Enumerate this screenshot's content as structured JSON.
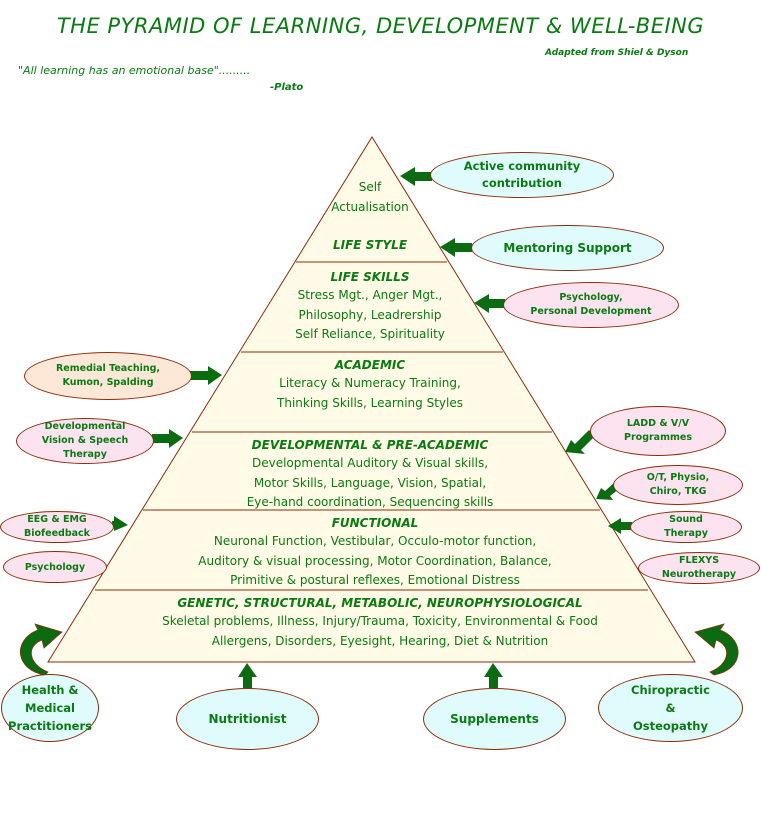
{
  "header": {
    "title": "THE PYRAMID OF LEARNING, DEVELOPMENT & WELL-BEING",
    "credit": "Adapted from Shiel & Dyson",
    "quote": "\"All learning has an emotional base\".........",
    "quote_author": "-Plato"
  },
  "colors": {
    "text_green": "#0a7a12",
    "arrow_green": "#0b6b10",
    "pyramid_fill": "#fffbe6",
    "outline": "#8b2d0a",
    "cyan": "#e0fbfb",
    "pink": "#fde3f0",
    "peach": "#fde8d8"
  },
  "pyramid": {
    "levels": [
      {
        "heading": "",
        "lines": [
          "Self",
          "Actualisation"
        ]
      },
      {
        "heading": "LIFE STYLE",
        "lines": []
      },
      {
        "heading": "LIFE SKILLS",
        "lines": [
          "Stress Mgt., Anger Mgt.,",
          "Philosophy, Leadrership",
          "Self Reliance, Spirituality"
        ]
      },
      {
        "heading": "ACADEMIC",
        "lines": [
          "Literacy & Numeracy Training,",
          "Thinking Skills, Learning Styles"
        ]
      },
      {
        "heading": "DEVELOPMENTAL & PRE-ACADEMIC",
        "lines": [
          "Developmental Auditory & Visual skills,",
          "Motor Skills, Language, Vision, Spatial,",
          "Eye-hand coordination, Sequencing skills"
        ]
      },
      {
        "heading": "FUNCTIONAL",
        "lines": [
          "Neuronal Function, Vestibular, Occulo-motor function,",
          "Auditory & visual processing, Motor Coordination, Balance,",
          "Primitive & postural reflexes, Emotional Distress"
        ]
      },
      {
        "heading": "GENETIC, STRUCTURAL, METABOLIC, NEUROPHYSIOLOGICAL",
        "lines": [
          "Skeletal problems, Illness, Injury/Trauma, Toxicity, Environmental & Food",
          "Allergens, Disorders, Eyesight, Hearing, Diet & Nutrition"
        ]
      }
    ]
  },
  "supports": {
    "right": [
      {
        "label": "Active community contribution",
        "lines": [
          "Active community",
          "contribution"
        ]
      },
      {
        "label": "Mentoring Support",
        "lines": [
          "Mentoring Support"
        ]
      },
      {
        "label": "Psychology, Personal Development",
        "lines": [
          "Psychology,",
          "Personal Development"
        ]
      },
      {
        "label": "LADD & V/V Programmes",
        "lines": [
          "LADD & V/V",
          "Programmes"
        ]
      },
      {
        "label": "O/T, Physio, Chiro, TKG",
        "lines": [
          "O/T, Physio,",
          "Chiro, TKG"
        ]
      },
      {
        "label": "Sound Therapy",
        "lines": [
          "Sound",
          "Therapy"
        ]
      },
      {
        "label": "FLEXYS Neurotherapy",
        "lines": [
          "FLEXYS",
          "Neurotherapy"
        ]
      }
    ],
    "left": [
      {
        "label": "Remedial Teaching, Kumon, Spalding",
        "lines": [
          "Remedial Teaching,",
          "Kumon, Spalding"
        ]
      },
      {
        "label": "Developmental Vision & Speech Therapy",
        "lines": [
          "Developmental",
          "Vision & Speech",
          "Therapy"
        ]
      },
      {
        "label": "EEG & EMG Biofeedback",
        "lines": [
          "EEG & EMG",
          "Biofeedback"
        ]
      },
      {
        "label": "Psychology",
        "lines": [
          "Psychology"
        ]
      }
    ],
    "bottom": [
      {
        "label": "Health & Medical Practitioners",
        "lines": [
          "Health &",
          "Medical",
          "Practitioners"
        ]
      },
      {
        "label": "Nutritionist",
        "lines": [
          "Nutritionist"
        ]
      },
      {
        "label": "Supplements",
        "lines": [
          "Supplements"
        ]
      },
      {
        "label": "Chiropractic & Osteopathy",
        "lines": [
          "Chiropractic",
          "&",
          "Osteopathy"
        ]
      }
    ]
  }
}
